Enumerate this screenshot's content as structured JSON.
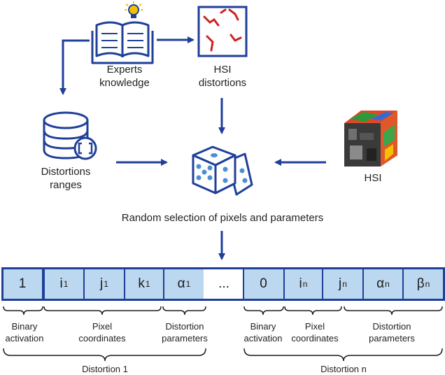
{
  "nodes": {
    "experts": "Experts\nknowledge",
    "distortions": "HSI\ndistortions",
    "ranges": "Distortions\nranges",
    "hsi": "HSI",
    "random": "Random selection of pixels and parameters"
  },
  "vector": {
    "cells": [
      {
        "main": "1",
        "sub": ""
      },
      {
        "main": "i",
        "sub": "1"
      },
      {
        "main": "j",
        "sub": "1"
      },
      {
        "main": "k",
        "sub": "1"
      },
      {
        "main": "α",
        "sub": "1"
      },
      {
        "main": "...",
        "sub": ""
      },
      {
        "main": "0",
        "sub": ""
      },
      {
        "main": "i",
        "sub": "n"
      },
      {
        "main": "j",
        "sub": "n"
      },
      {
        "main": "α",
        "sub": "n"
      },
      {
        "main": "β",
        "sub": "n"
      }
    ]
  },
  "braces": {
    "binary1": "Binary\nactivation",
    "pixel1": "Pixel\ncoordinates",
    "params1": "Distortion\nparameters",
    "binaryn": "Binary\nactivation",
    "pixeln": "Pixel\ncoordinates",
    "paramsn": "Distortion\nparameters",
    "group1": "Distortion 1",
    "groupn": "Distortion n"
  },
  "colors": {
    "accent": "#1f3f99",
    "cell_fill": "#bcd8f0",
    "icon_fill": "#4a8fd6",
    "distortion_red": "#cc2222"
  }
}
